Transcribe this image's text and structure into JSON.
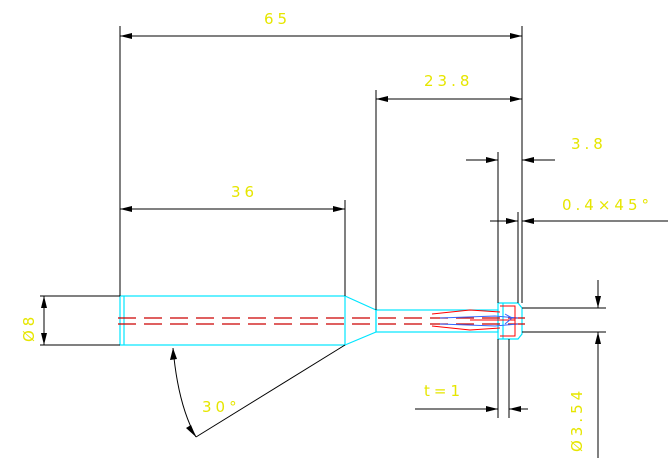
{
  "colors": {
    "background": "#ffffff",
    "dimension_lines": "#000000",
    "dimension_text": "#e6e600",
    "tool_outline": "#00e5ff",
    "center_line": "#cc0000",
    "detail_red": "#ff0000",
    "detail_blue": "#3366ff"
  },
  "dimensions": {
    "overall_length": "65",
    "reach_length": "23.8",
    "shank_length": "36",
    "tip_length": "3.8",
    "chamfer": "0.4×45°",
    "shank_diameter": "Ø8",
    "angle": "30°",
    "flank_width": "t=1",
    "tip_diameter": "Ø3.54"
  }
}
